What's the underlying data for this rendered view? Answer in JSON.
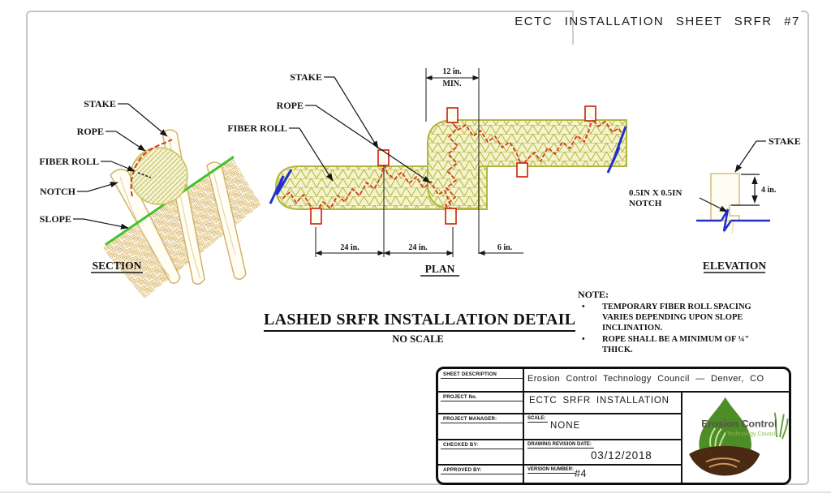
{
  "header": {
    "title": "ECTC INSTALLATION SHEET SRFR #7"
  },
  "section_view": {
    "labels": {
      "stake": "STAKE",
      "rope": "ROPE",
      "fiber_roll": "FIBER ROLL",
      "notch": "NOTCH",
      "slope": "SLOPE"
    },
    "caption": "SECTION"
  },
  "plan_view": {
    "labels": {
      "stake": "STAKE",
      "rope": "ROPE",
      "fiber_roll": "FIBER ROLL"
    },
    "dimensions": {
      "top_width": "12 in.",
      "top_min": "MIN.",
      "spacing_left": "24 in.",
      "spacing_right": "24 in.",
      "end_offset": "6 in."
    },
    "caption": "PLAN"
  },
  "elevation_view": {
    "labels": {
      "stake": "STAKE",
      "notch_line1": "0.5IN X 0.5IN",
      "notch_line2": "NOTCH",
      "height": "4 in."
    },
    "caption": "ELEVATION"
  },
  "title": {
    "main": "LASHED SRFR INSTALLATION DETAIL",
    "scale": "NO SCALE"
  },
  "note": {
    "heading": "NOTE:",
    "items": [
      "TEMPORARY FIBER ROLL SPACING VARIES DEPENDING UPON SLOPE INCLINATION.",
      "ROPE SHALL BE A MINIMUM OF ¼\" THICK."
    ]
  },
  "title_block": {
    "rows": [
      {
        "label": "SHEET DESCRIPTION",
        "value": "Erosion Control Technology Council — Denver, CO"
      },
      {
        "label": "PROJECT No.",
        "value": "ECTC SRFR INSTALLATION"
      },
      {
        "label": "PROJECT MANAGER:",
        "field": "SCALE:",
        "value": "NONE"
      },
      {
        "label": "CHECKED BY:",
        "field": "DRAWING REVISION DATE:",
        "value": "03/12/2018"
      },
      {
        "label": "APPROVED BY:",
        "field": "VERSION NUMBER:",
        "value": "#4"
      }
    ],
    "logo": {
      "line1": "Erosion Control",
      "line2": "Technology Council"
    }
  },
  "colors": {
    "roll_mesh": "#b2b63c",
    "roll_fill": "#f4f3cd",
    "rope_red": "#d23b1b",
    "stake_red": "#cc2a1a",
    "break_blue": "#2330cc",
    "slope_green": "#3fc32c",
    "wood_tan": "#d2b26a",
    "logo_green": "#4d8d27",
    "logo_brown": "#4a2a12",
    "logo_text": "#57504a",
    "logo_text_green": "#8cb54a"
  }
}
